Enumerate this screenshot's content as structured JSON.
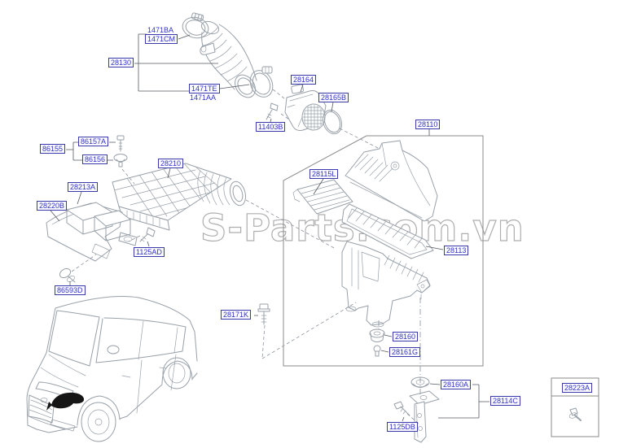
{
  "page": {
    "background": "#ffffff"
  },
  "watermark": {
    "text": "S-Parts.com.vn",
    "color": "#9a9a9a"
  },
  "colors": {
    "label_text": "#3232c8",
    "label_border": "#3a3aad",
    "label_bg": "#fbfbff",
    "line_art": "#98a0a8",
    "dark_line": "#555a60",
    "frame": "#8a8a8a",
    "watermark": "#9a9a9a",
    "highlight": "#151515"
  },
  "labels": [
    {
      "part": "1471BA",
      "text": "1471BA",
      "boxed": false
    },
    {
      "part": "1471CM",
      "text": "1471CM",
      "boxed": true
    },
    {
      "part": "28130",
      "text": "28130",
      "boxed": true
    },
    {
      "part": "1471TE",
      "text": "1471TE",
      "boxed": true
    },
    {
      "part": "1471AA",
      "text": "1471AA",
      "boxed": false
    },
    {
      "part": "28164",
      "text": "28164",
      "boxed": true
    },
    {
      "part": "28165B",
      "text": "28165B",
      "boxed": true
    },
    {
      "part": "11403B",
      "text": "11403B",
      "boxed": true
    },
    {
      "part": "28110",
      "text": "28110",
      "boxed": true
    },
    {
      "part": "86157A",
      "text": "86157A",
      "boxed": true
    },
    {
      "part": "86155",
      "text": "86155",
      "boxed": true
    },
    {
      "part": "86156",
      "text": "86156",
      "boxed": true
    },
    {
      "part": "28210",
      "text": "28210",
      "boxed": true
    },
    {
      "part": "28213A",
      "text": "28213A",
      "boxed": true
    },
    {
      "part": "28220B",
      "text": "28220B",
      "boxed": true
    },
    {
      "part": "28115L",
      "text": "28115L",
      "boxed": true
    },
    {
      "part": "28113",
      "text": "28113",
      "boxed": true
    },
    {
      "part": "1125AD",
      "text": "1125AD",
      "boxed": true
    },
    {
      "part": "86593D",
      "text": "86593D",
      "boxed": true
    },
    {
      "part": "28171K",
      "text": "28171K",
      "boxed": true
    },
    {
      "part": "28160",
      "text": "28160",
      "boxed": true
    },
    {
      "part": "28161G",
      "text": "28161G",
      "boxed": true
    },
    {
      "part": "28160A",
      "text": "28160A",
      "boxed": true
    },
    {
      "part": "28114C",
      "text": "28114C",
      "boxed": true
    },
    {
      "part": "1125DB",
      "text": "1125DB",
      "boxed": true
    },
    {
      "part": "28223A",
      "text": "28223A",
      "boxed": true
    }
  ]
}
